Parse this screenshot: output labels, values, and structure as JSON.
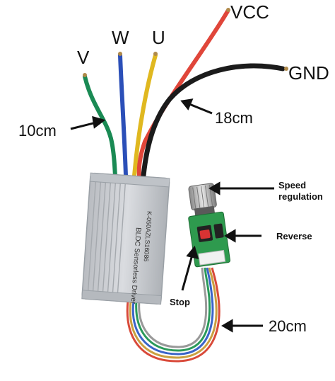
{
  "labels": {
    "vcc": "VCC",
    "gnd": "GND",
    "v": "V",
    "w": "W",
    "u": "U",
    "len_phase": "10cm",
    "len_power": "18cm",
    "len_board": "20cm",
    "speed_line1": "Speed",
    "speed_line2": "regulation",
    "reverse": "Reverse",
    "stop": "Stop",
    "box_text1": "BLDC Sensorless Driver",
    "box_text2": "K-050AZLS16086"
  },
  "colors": {
    "wire_green": "#1a8a54",
    "wire_blue": "#2b4fb8",
    "wire_yellow": "#e0b820",
    "wire_red": "#e0463a",
    "wire_black": "#1b1b1b",
    "housing": "#c9ccd0",
    "pcb": "#2e9a4e",
    "button_red": "#d93333"
  }
}
